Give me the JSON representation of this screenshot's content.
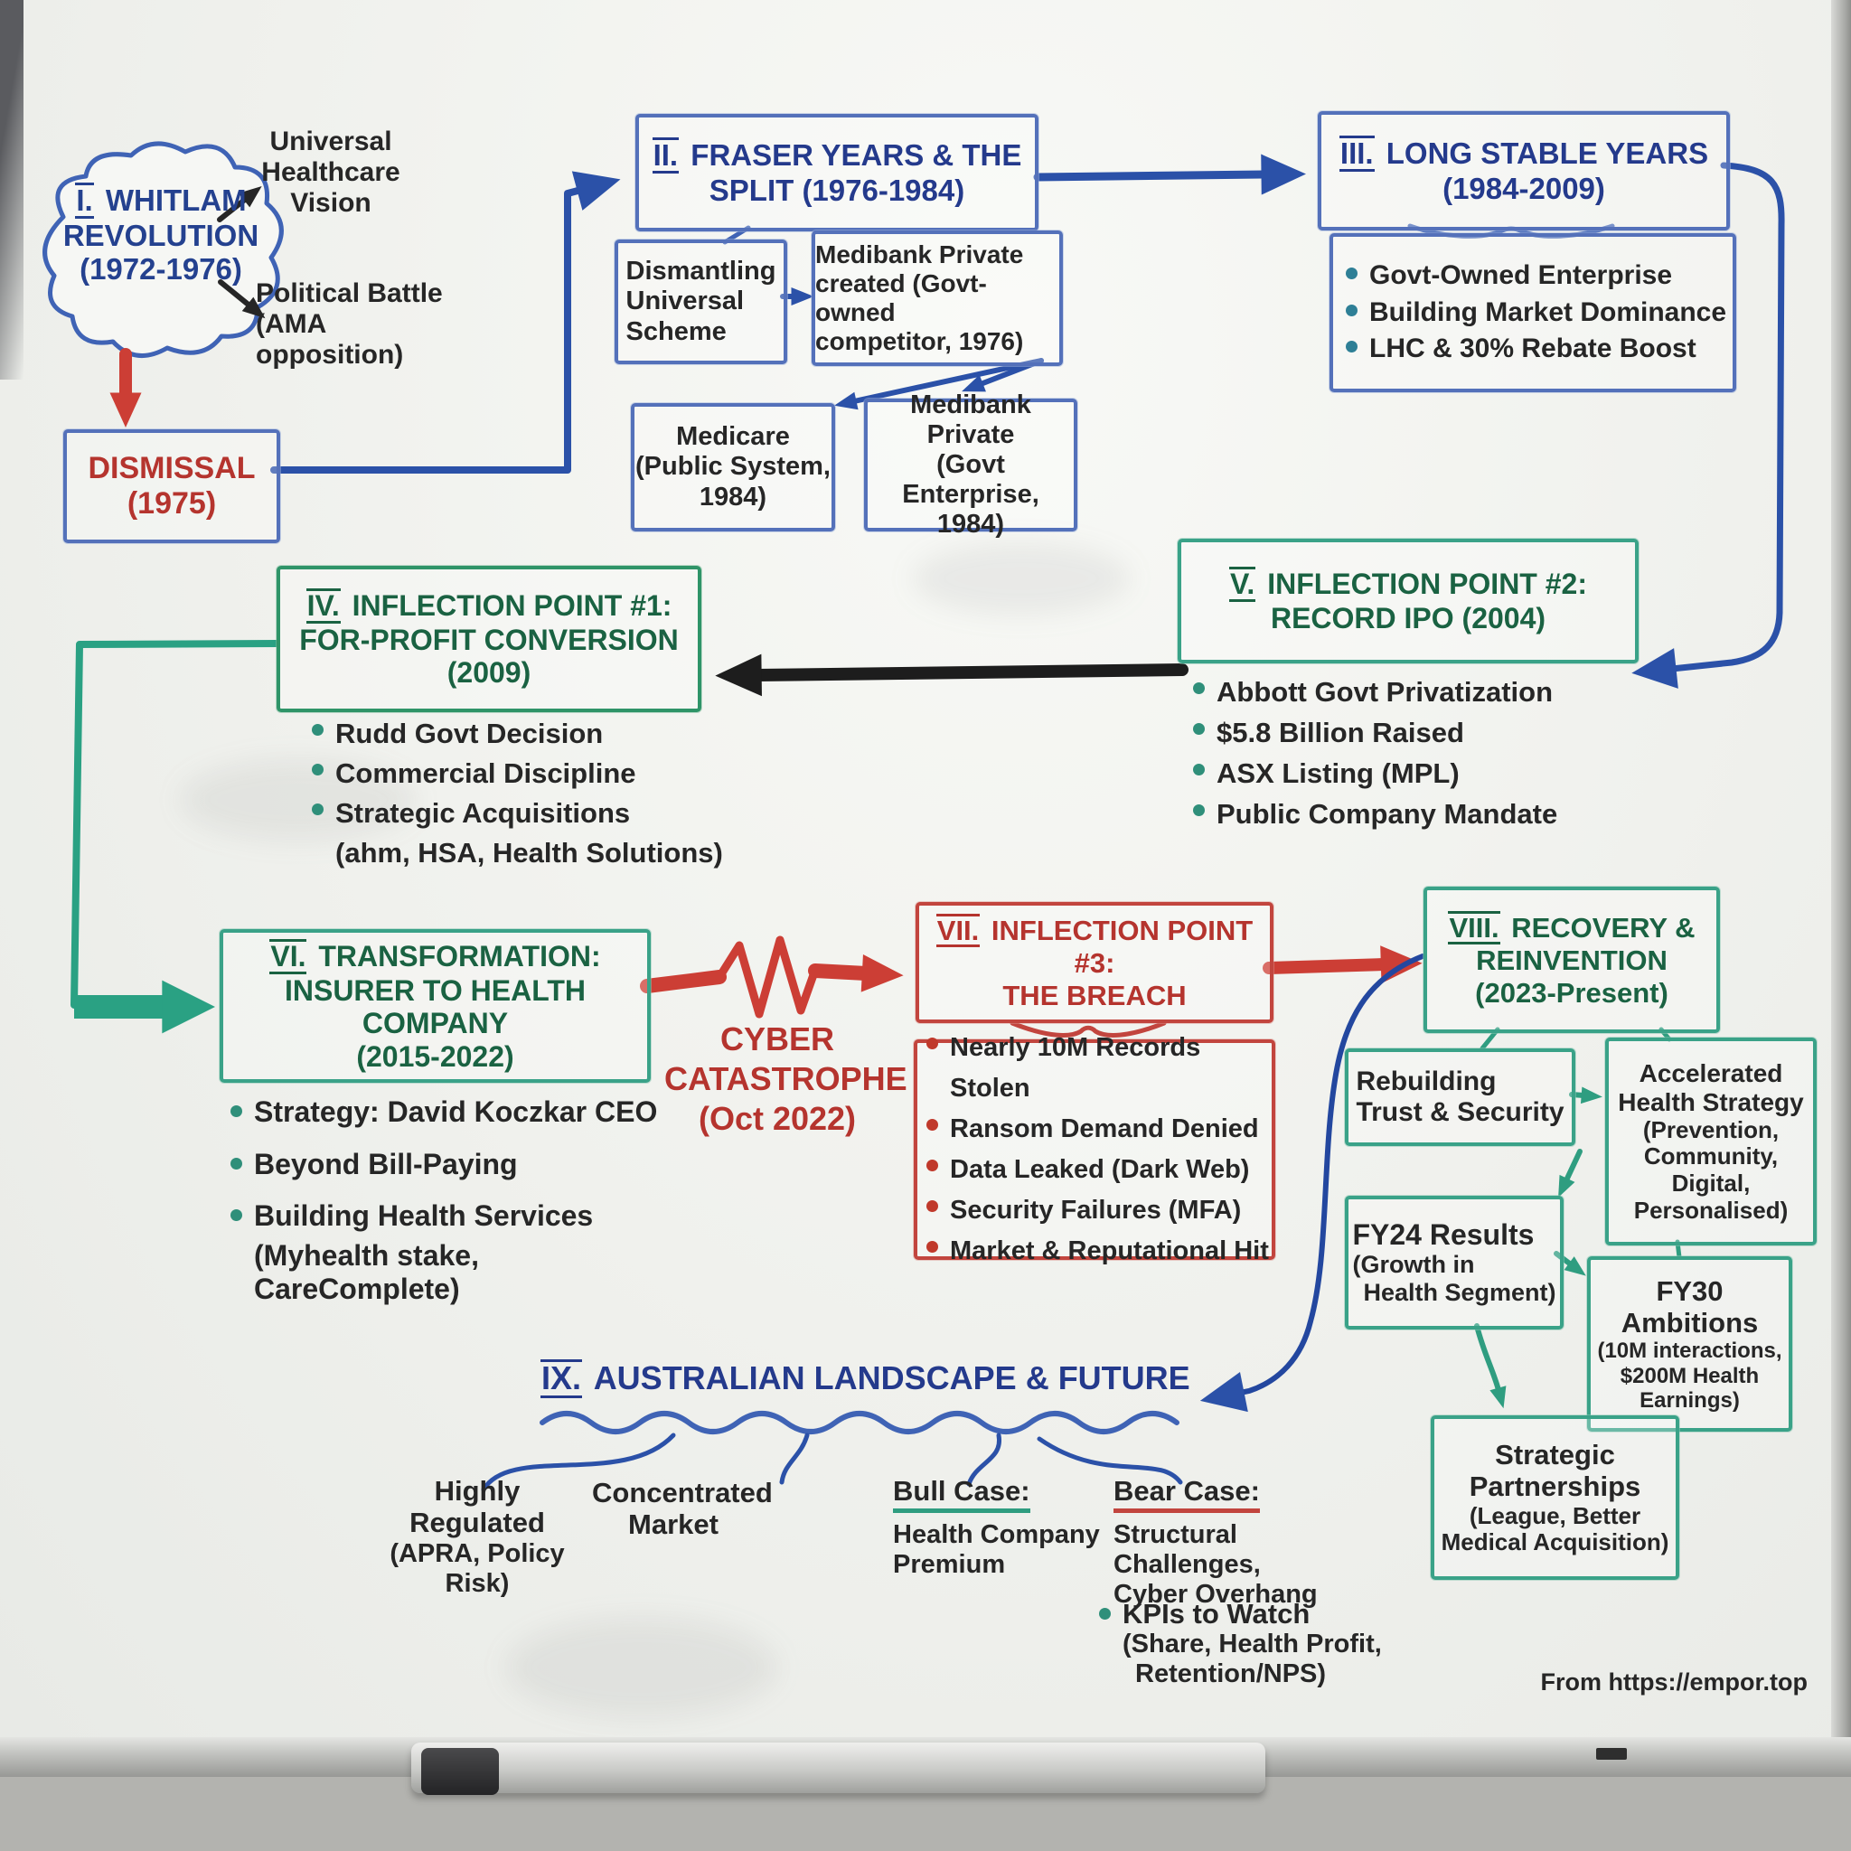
{
  "palette": {
    "blue": "#24418f",
    "box_blue": "#5471ba",
    "red": "#b5342e",
    "green": "#1a6242",
    "teal": "#2f9d80",
    "black": "#262626"
  },
  "credit": "From https://empor.top",
  "sections": {
    "s1": {
      "num": "I.",
      "t1": "WHITLAM",
      "l2": "REVOLUTION",
      "l3": "(1972-1976)"
    },
    "universal": {
      "l1": "Universal",
      "l2": "Healthcare",
      "l3": "Vision"
    },
    "political": {
      "l1": "Political Battle",
      "l2": "(AMA opposition)"
    },
    "dismissal": {
      "l1": "DISMISSAL",
      "l2": "(1975)"
    },
    "s2": {
      "num": "II.",
      "t1": "FRASER YEARS & THE",
      "l2": "SPLIT (1976-1984)"
    },
    "dismantling": {
      "l1": "Dismantling",
      "l2": "Universal",
      "l3": "Scheme"
    },
    "medibank_created": {
      "l1": "Medibank Private",
      "l2": "created (Govt-owned",
      "l3": "competitor, 1976)"
    },
    "medicare": {
      "l1": "Medicare",
      "l2": "(Public System,",
      "l3": "1984)"
    },
    "medibank_gov": {
      "l1": "Medibank Private",
      "l2": "(Govt Enterprise,",
      "l3": "1984)"
    },
    "s3": {
      "num": "III.",
      "t1": "LONG STABLE YEARS",
      "l2": "(1984-2009)"
    },
    "s3_points": [
      "Govt-Owned Enterprise",
      "Building Market Dominance",
      "LHC & 30% Rebate Boost"
    ],
    "s4": {
      "num": "IV.",
      "t1": "INFLECTION POINT #1:",
      "l2": "FOR-PROFIT CONVERSION",
      "l3": "(2009)"
    },
    "s4_points": [
      "Rudd Govt Decision",
      "Commercial Discipline",
      "Strategic Acquisitions"
    ],
    "s4_sub": "(ahm, HSA, Health Solutions)",
    "s5": {
      "num": "V.",
      "t1": "INFLECTION POINT #2:",
      "l2": "RECORD IPO (2004)"
    },
    "s5_points": [
      "Abbott Govt Privatization",
      "$5.8 Billion Raised",
      "ASX Listing (MPL)",
      "Public Company Mandate"
    ],
    "s6": {
      "num": "VI.",
      "t1": "TRANSFORMATION:",
      "l2": "INSURER TO HEALTH COMPANY",
      "l3": "(2015-2022)"
    },
    "s6_points": [
      "Strategy: David Koczkar CEO",
      "Beyond Bill-Paying",
      "Building Health Services"
    ],
    "s6_sub": "(Myhealth stake, CareComplete)",
    "cyber": {
      "l1": "CYBER",
      "l2": "CATASTROPHE",
      "l3": "(Oct 2022)"
    },
    "s7": {
      "num": "VII.",
      "t1": "INFLECTION POINT #3:",
      "l2": "THE BREACH"
    },
    "s7_points": [
      "Nearly 10M Records Stolen",
      "Ransom Demand Denied",
      "Data Leaked (Dark Web)",
      "Security Failures (MFA)",
      "Market & Reputational Hit"
    ],
    "s8": {
      "num": "VIII.",
      "t1": "RECOVERY &",
      "l2": "REINVENTION",
      "l3": "(2023-Present)"
    },
    "rebuilding": {
      "l1": "Rebuilding",
      "l2": "Trust & Security"
    },
    "accelerated": {
      "l1": "Accelerated",
      "l2": "Health Strategy",
      "l3": "(Prevention,",
      "l4": "Community,",
      "l5": "Digital,",
      "l6": "Personalised)"
    },
    "fy24": {
      "l1": "FY24 Results",
      "l2": "(Growth in",
      "l3": "Health Segment)"
    },
    "fy30": {
      "l1": "FY30",
      "l2": "Ambitions",
      "l3": "(10M interactions,",
      "l4": "$200M Health",
      "l5": "Earnings)"
    },
    "partnerships": {
      "l1": "Strategic",
      "l2": "Partnerships",
      "l3": "(League, Better",
      "l4": "Medical Acquisition)"
    },
    "s9": {
      "num": "IX.",
      "t1": "AUSTRALIAN LANDSCAPE & FUTURE"
    },
    "regulated": {
      "l1": "Highly Regulated",
      "l2": "(APRA, Policy Risk)"
    },
    "concentrated": {
      "l1": "Concentrated",
      "l2": "Market"
    },
    "bull": {
      "label": "Bull Case:",
      "l1": "Health Company",
      "l2": "Premium"
    },
    "bear": {
      "label": "Bear Case:",
      "l1": "Structural Challenges,",
      "l2": "Cyber Overhang"
    },
    "kpis": {
      "l1": "KPIs to Watch",
      "l2": "(Share, Health Profit,",
      "l3": "Retention/NPS)"
    }
  }
}
